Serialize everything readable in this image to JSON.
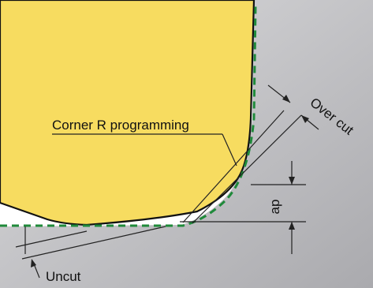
{
  "labels": {
    "corner_r": "Corner R programming",
    "over_cut": "Over cut",
    "ap": "ap",
    "uncut": "Uncut"
  },
  "colors": {
    "insert_fill": "#f7dc60",
    "workpiece_light": "#dcdcde",
    "workpiece_dark": "#aaaaae",
    "tool_path": "#1f8a3a",
    "outline": "#111111",
    "dimension_line": "#222222"
  }
}
